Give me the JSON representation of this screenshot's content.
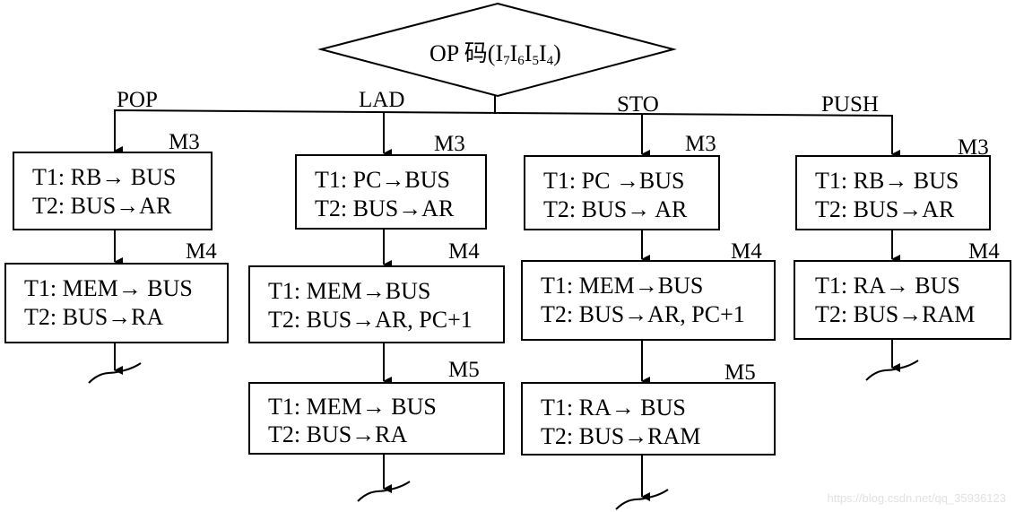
{
  "decision": {
    "prefix": "OP 码(",
    "parts": [
      {
        "base": "I",
        "sub": "7"
      },
      {
        "base": "I",
        "sub": "6"
      },
      {
        "base": "I",
        "sub": "5"
      },
      {
        "base": "I",
        "sub": "4"
      }
    ],
    "suffix": ")"
  },
  "branches": [
    {
      "label": "POP",
      "states": [
        {
          "name": "M3",
          "t1": "T1: RB→ BUS",
          "t2": "T2: BUS→AR"
        },
        {
          "name": "M4",
          "t1": "T1: MEM→ BUS",
          "t2": "T2: BUS→RA"
        }
      ]
    },
    {
      "label": "LAD",
      "states": [
        {
          "name": "M3",
          "t1": "T1: PC→BUS",
          "t2": "T2: BUS→AR"
        },
        {
          "name": "M4",
          "t1": "T1: MEM→BUS",
          "t2": "T2: BUS→AR, PC+1"
        },
        {
          "name": "M5",
          "t1": "T1: MEM→ BUS",
          "t2": "T2: BUS→RA"
        }
      ]
    },
    {
      "label": "STO",
      "states": [
        {
          "name": "M3",
          "t1": "T1: PC →BUS",
          "t2": "T2: BUS→ AR"
        },
        {
          "name": "M4",
          "t1": "T1: MEM→BUS",
          "t2": "T2: BUS→AR, PC+1"
        },
        {
          "name": "M5",
          "t1": "T1: RA→ BUS",
          "t2": "T2: BUS→RAM"
        }
      ]
    },
    {
      "label": "PUSH",
      "states": [
        {
          "name": "M3",
          "t1": "T1: RB→ BUS",
          "t2": "T2: BUS→AR"
        },
        {
          "name": "M4",
          "t1": "T1: RA→ BUS",
          "t2": "T2: BUS→RAM"
        }
      ]
    }
  ],
  "watermark": "https://blog.csdn.net/qq_35936123"
}
